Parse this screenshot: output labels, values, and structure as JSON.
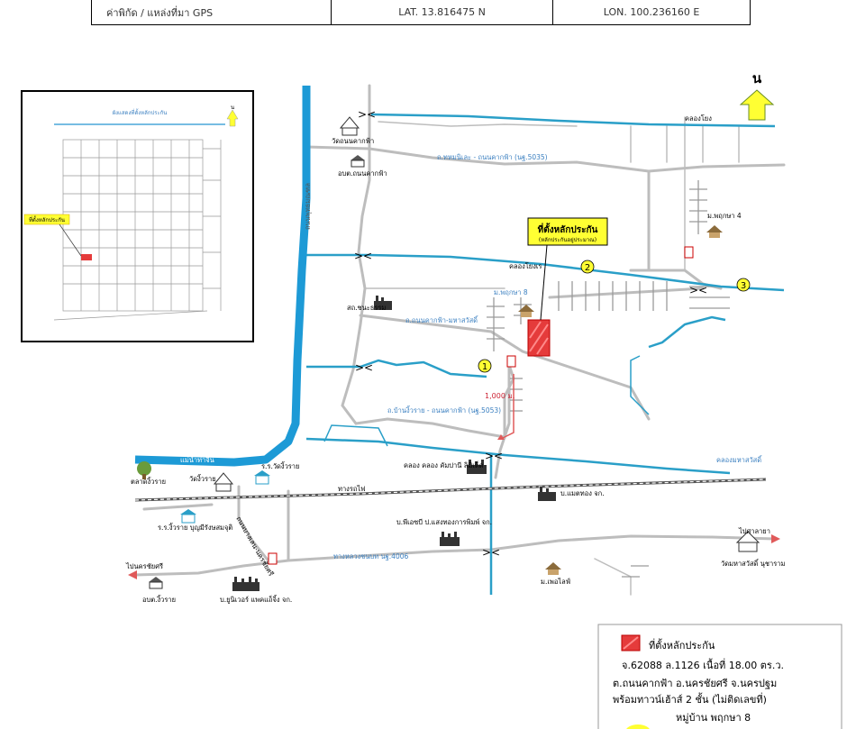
{
  "gps": {
    "label": "ค่าพิกัด / แหล่งที่มา GPS",
    "lat": "LAT. 13.816475 N",
    "lon": "LON. 100.236160 E"
  },
  "north": "น",
  "inset": {
    "title": "ผังแสดงที่ตั้งหลักประกัน",
    "marker_label": "ที่ตั้งหลักประกัน",
    "north": "น"
  },
  "main_marker": {
    "title": "ที่ตั้งหลักประกัน",
    "subtitle": "(หลักประกันอยู่ประมาณ)"
  },
  "circles": [
    "1",
    "2",
    "3"
  ],
  "labels": {
    "temple_top": "วัดถนนคากฟ้า",
    "sao_top": "อบต.ถนนคากฟ้า",
    "road_5035": "ถ.ทหมนิเละ - ถนนคากฟ้า (นฐ.5035)",
    "canal_khong": "คลองโยง",
    "road_vertical": "ถนนพุทธมณฑล",
    "hospital": "สถ.ชนะธรรม",
    "canal_khong2": "คลองโยงเร",
    "village_pruk8": "ม.พฤกษา 8",
    "village_pruk4": "ม.พฤกษา 4",
    "road_mahasawat": "ถ.ถนนคากฟ้า-มหาสวัสดิ์",
    "road_5053": "ถ.บ้านงิ้วราย - ถนนคากฟ้า (นฐ.5053)",
    "dist_1000": "1,000 ม.",
    "canal_mahasawat": "คลองมหาสวัสดิ์",
    "river": "แม่น้ำท่าจีน",
    "market": "ตลาดงิ้วราย",
    "temple_ngiw": "วัดงิ้วราย",
    "school_ngiw": "ร.ร.วัดงิ้วราย",
    "factory_center": "คลอง คลอง คัมปานี ลิมิเต็ด",
    "railway": "ทางรถไฟ",
    "factory_matthong": "บ.แมตทอง จก.",
    "factory_print": "บ.พีเอซบี ป.แสงทองการพิมพ์ จก.",
    "school_ngiw2": "ร.ร.งิ้วราย บุญมีรังษสมจุติ",
    "road_ratchapruek": "ถนนบางเลน-นครชัยศรี",
    "highway_4006": "ทางหลวงชนบท นฐ.4006",
    "to_nakhon_chai_si": "ไปนครชัยศรี",
    "to_bangkok": "ไปศาลายา",
    "sao_ngiw": "อบต.งิ้วราย",
    "factory_unilever": "บ.ยูนิเวอร์ แพคแถ็จิ้ง จก.",
    "village_maetai": "ม.เพอไลฟ์",
    "temple_right": "วัดมหาสวัสดิ์ นุชาราม"
  },
  "legend": {
    "title": "ที่ตั้งหลักประกัน",
    "line1": "จ.62088 ล.1126  เนื้อที่ 18.00 ตร.ว.",
    "line2": "ต.ถนนคากฟ้า อ.นครชัยศรี จ.นครปฐม",
    "line3": "พร้อมทาวน์เฮ้าส์ 2 ชั้น (ไม่ติดเลขที่)",
    "village": "หมู่บ้าน พฤกษา 8"
  },
  "colors": {
    "road": "#bdbdbd",
    "road_dark": "#9a9a9a",
    "canal": "#2a9fc8",
    "river": "#1d9ad6",
    "marker": "#e53b3b",
    "label_bg": "#ffff33",
    "arrow": "#ffff33",
    "arrow_red": "#e05a5a"
  }
}
